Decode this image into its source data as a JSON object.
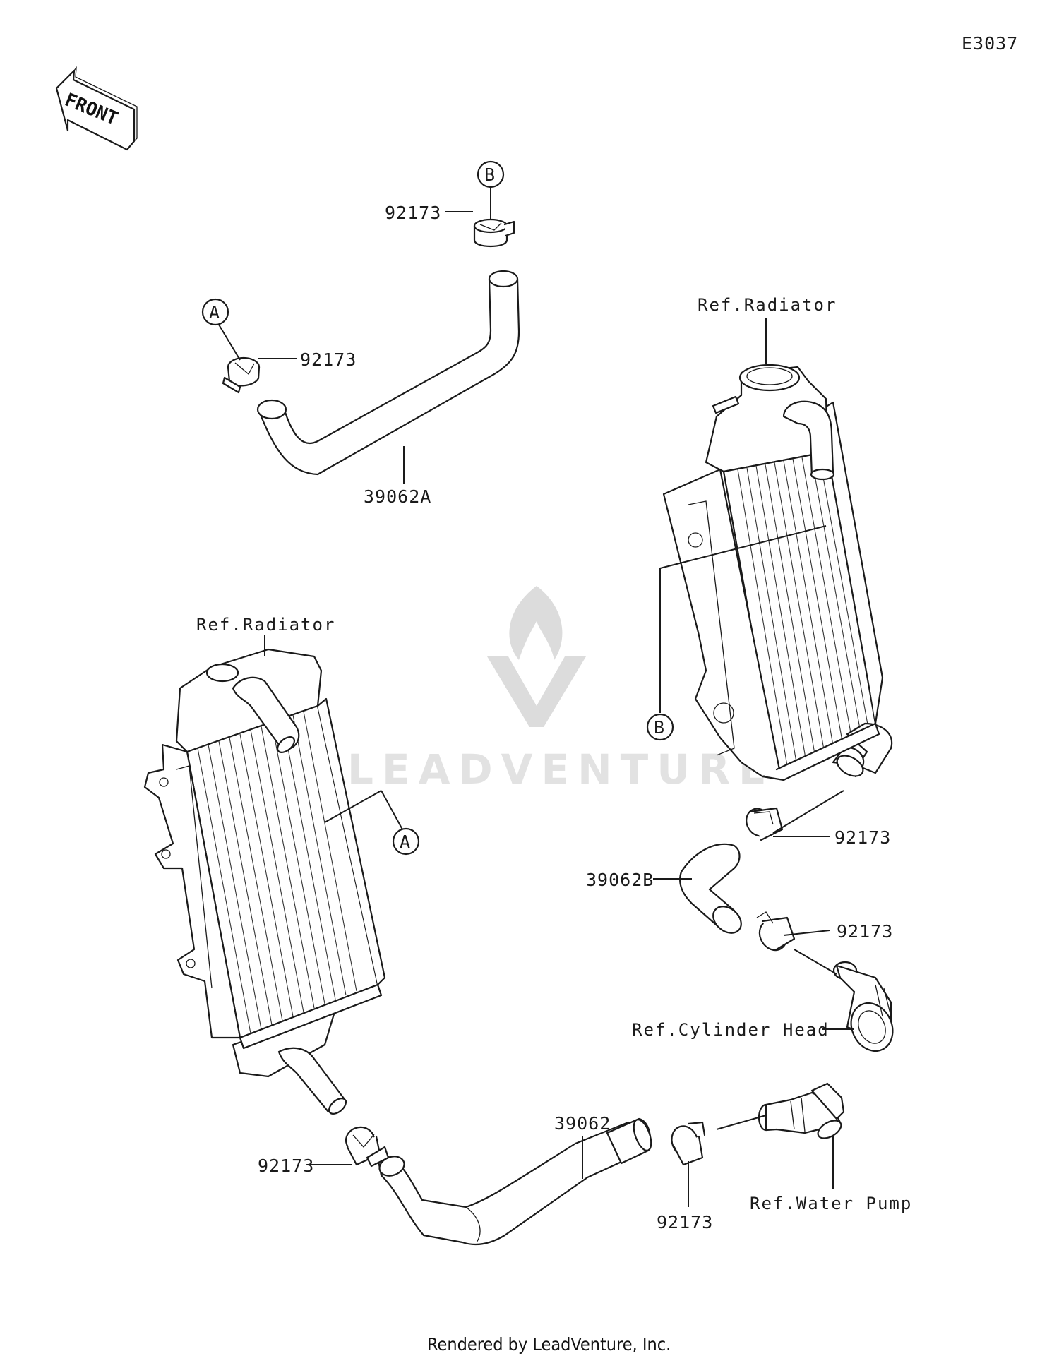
{
  "diagram_id": "E3037",
  "front_label": "FRONT",
  "watermark": "LEADVENTURE",
  "footer": "Rendered by LeadVenture, Inc.",
  "callouts": {
    "a": "A",
    "b": "B"
  },
  "parts": {
    "clamp": "92173",
    "hose_main": "39062",
    "hose_a": "39062A",
    "hose_b": "39062B"
  },
  "references": {
    "radiator": "Ref.Radiator",
    "cylinder_head": "Ref.Cylinder Head",
    "water_pump": "Ref.Water Pump"
  }
}
